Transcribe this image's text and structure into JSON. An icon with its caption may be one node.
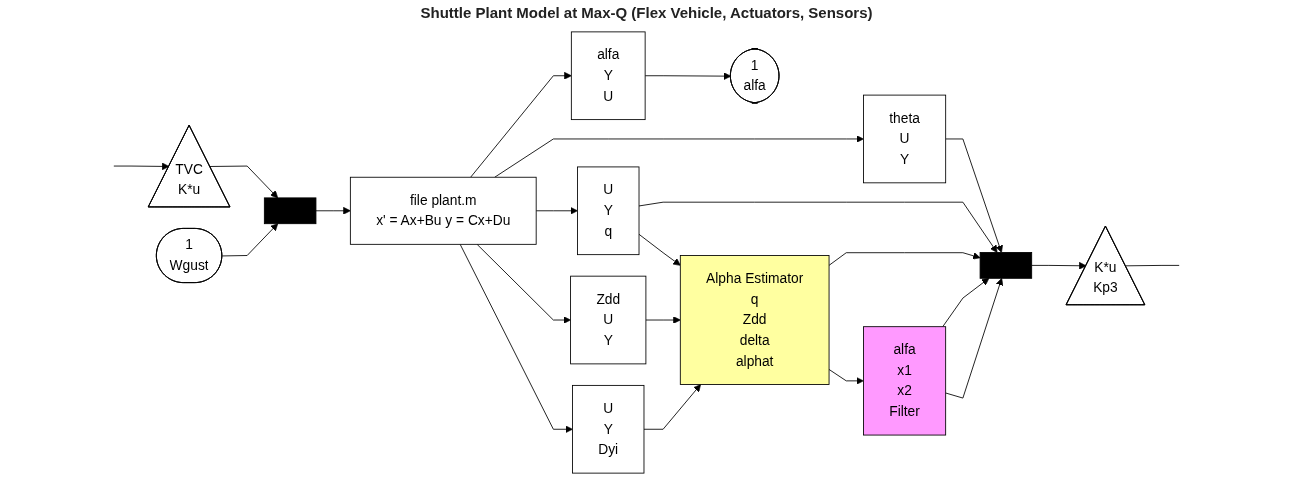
{
  "diagram": {
    "nodes": [
      {
        "text": [
          "TVC",
          "K*u"
        ]
      },
      {
        "text": [
          "1",
          "Wgust"
        ]
      },
      {
        "text": [],
        "shape": "bar"
      },
      {
        "text": [
          "file plant.m",
          "x' = Ax+Bu y = Cx+Du"
        ]
      },
      {
        "text": [
          "theta",
          "U",
          "Y"
        ]
      },
      {
        "text": [
          "U",
          "Y",
          "q"
        ]
      },
      {
        "text": [
          "Zdd",
          "U",
          "Y"
        ]
      },
      {
        "text": [
          "U",
          "Y",
          "Dyi"
        ]
      },
      {
        "text": [
          "alfa",
          "Y",
          "U"
        ]
      },
      {
        "text": [
          "1",
          "alfa"
        ]
      },
      {
        "text": [
          "Alpha Estimator",
          "q",
          "Zdd",
          "delta",
          "alphat"
        ]
      },
      {
        "text": [
          "alfa",
          "x1",
          "x2",
          "Filter"
        ]
      },
      {
        "text": [],
        "shape": "bar"
      },
      {
        "text": [
          "K*u",
          "Kp3"
        ]
      }
    ],
    "edges": [
      {
        "from": null,
        "to": 0,
        "arrow": "to"
      },
      {
        "from": 0,
        "to": 2,
        "arrow": "to"
      },
      {
        "from": 1,
        "to": 2,
        "arrow": "to"
      },
      {
        "from": 2,
        "to": 3,
        "arrow": "to"
      },
      {
        "from": 3,
        "to": 4,
        "arrow": "to"
      },
      {
        "from": 3,
        "to": 5,
        "arrow": "to"
      },
      {
        "from": 3,
        "to": 6,
        "arrow": "to"
      },
      {
        "from": 3,
        "to": 8,
        "arrow": "to"
      },
      {
        "from": 3,
        "to": 7,
        "arrow": "to"
      },
      {
        "from": 4,
        "to": 12,
        "arrow": "to"
      },
      {
        "from": 5,
        "to": 12,
        "arrow": "to"
      },
      {
        "from": 5,
        "to": 10,
        "arrow": "to"
      },
      {
        "from": 6,
        "to": 10,
        "arrow": "to"
      },
      {
        "from": 7,
        "to": 10,
        "arrow": "to"
      },
      {
        "from": 8,
        "to": 9,
        "arrow": "to"
      },
      {
        "from": 10,
        "to": 12,
        "arrow": "to"
      },
      {
        "from": 10,
        "to": 11,
        "arrow": "to"
      },
      {
        "from": 11,
        "to": 12,
        "arrow": "to"
      },
      {
        "from": 11,
        "to": 12,
        "arrow": "to"
      },
      {
        "from": 12,
        "to": 13,
        "arrow": "to"
      },
      {
        "from": 13,
        "to": null,
        "arrow": "none"
      }
    ],
    "labels": [
      "Shuttle Plant Model at Max-Q (Flex Vehicle, Actuators, Sensors)"
    ]
  }
}
